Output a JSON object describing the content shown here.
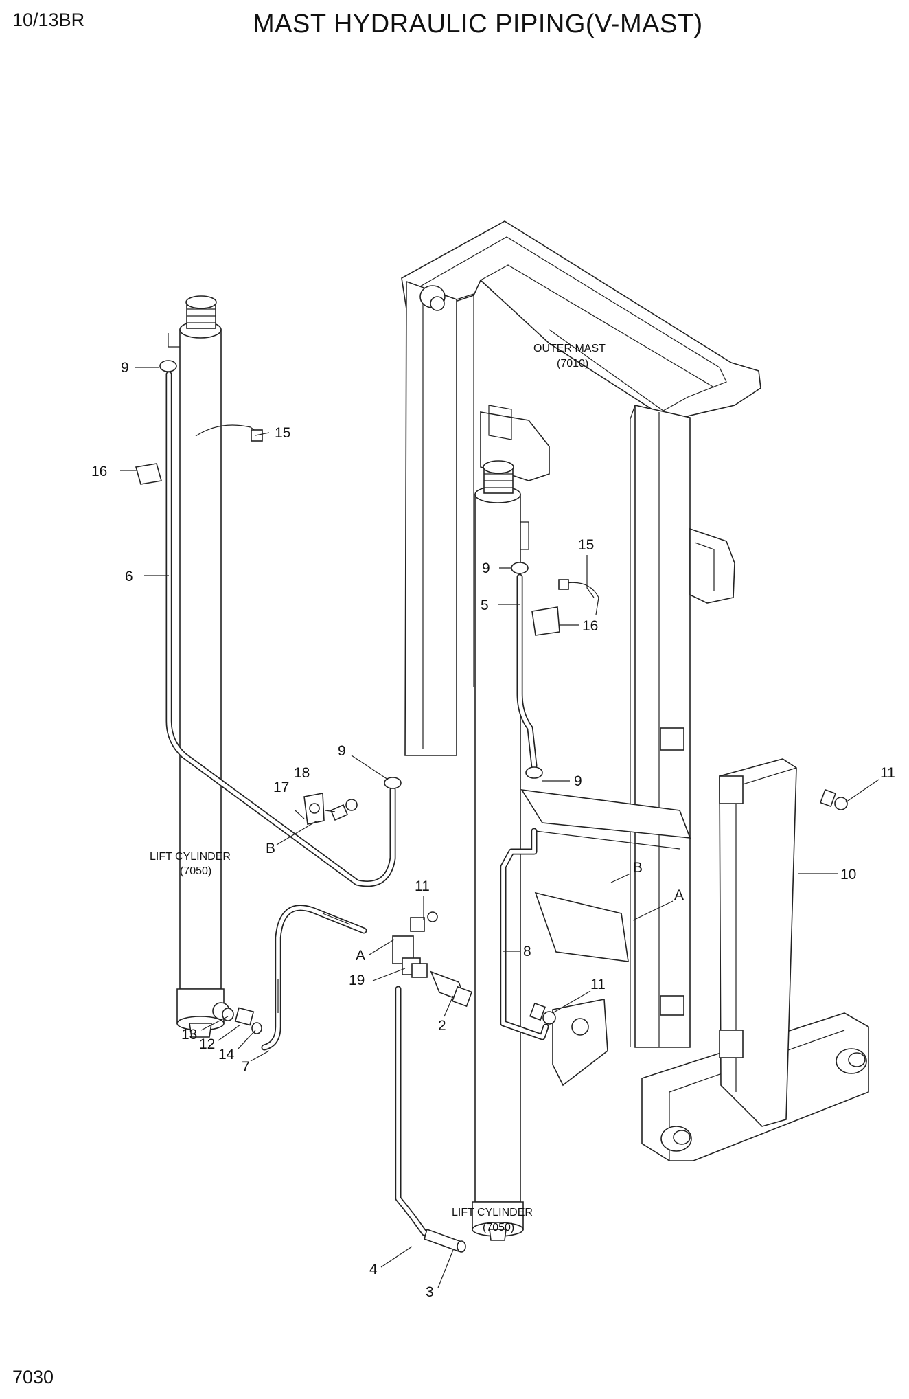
{
  "header": {
    "model": "10/13BR",
    "title": "MAST HYDRAULIC PIPING(V-MAST)"
  },
  "footer": {
    "page_number": "7030"
  },
  "labels": {
    "outer_mast_name": "OUTER MAST",
    "outer_mast_code": "(7010)",
    "lift_cyl_left_name": "LIFT CYLINDER",
    "lift_cyl_left_code": "(7050)",
    "lift_cyl_right_name": "LIFT CYLINDER",
    "lift_cyl_right_code": "(7050)"
  },
  "callouts": {
    "c9a": "9",
    "c15a": "15",
    "c16a": "16",
    "c6": "6",
    "c9b": "9",
    "c15b": "15",
    "c5": "5",
    "c16b": "16",
    "c9c": "9",
    "c9d": "9",
    "c18": "18",
    "c17": "17",
    "c11a": "11",
    "cB1": "B",
    "cB2": "B",
    "cA1": "A",
    "c10": "10",
    "c11b": "11",
    "cA2": "A",
    "c19": "19",
    "c8": "8",
    "c11c": "11",
    "c2": "2",
    "c13": "13",
    "c12": "12",
    "c14": "14",
    "c7": "7",
    "c4": "4",
    "c3": "3"
  }
}
